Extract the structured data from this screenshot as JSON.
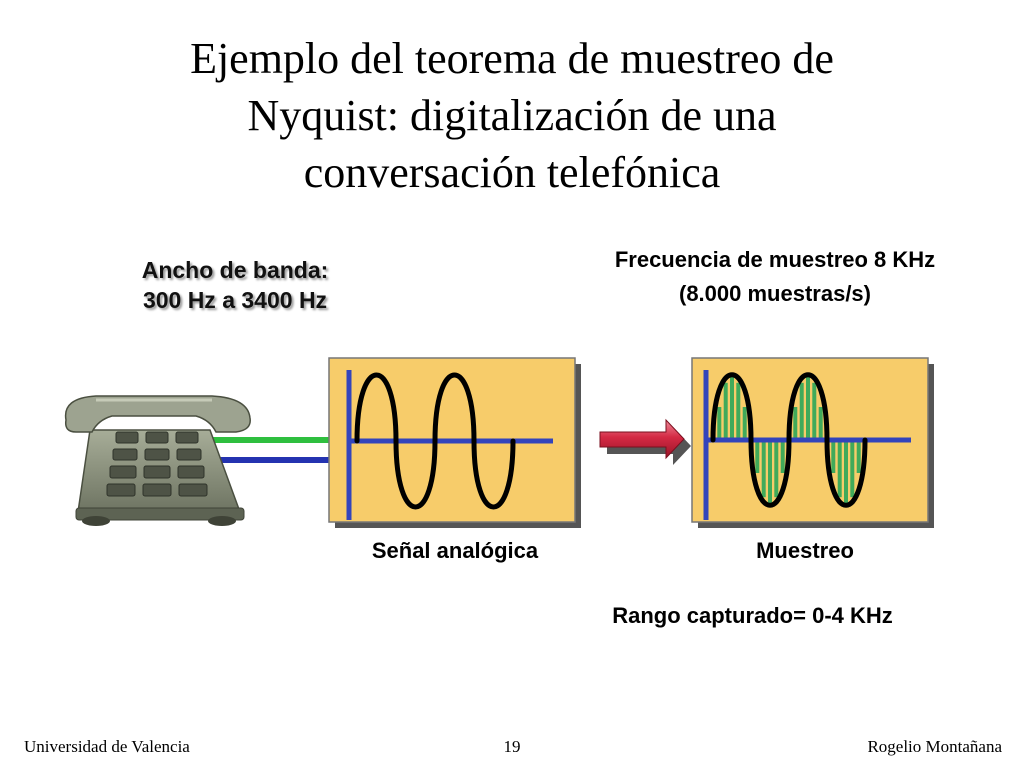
{
  "slide": {
    "title_lines": [
      "Ejemplo del teorema de muestreo de",
      "Nyquist: digitalización de una",
      "conversación telefónica"
    ],
    "bandwidth_lines": [
      "Ancho de banda:",
      "300 Hz a 3400 Hz"
    ],
    "sampling_lines": [
      "Frecuencia de muestreo 8 KHz",
      "(8.000 muestras/s)"
    ],
    "analog_caption": "Señal analógica",
    "sample_caption": "Muestreo",
    "range_text": "Rango capturado= 0-4 KHz"
  },
  "footer": {
    "left": "Universidad de Valencia",
    "page": "19",
    "right": "Rogelio Montañana"
  },
  "colors": {
    "panel_fill": "#f7cc6a",
    "axis": "#3344bb",
    "wave": "#000000",
    "sample_bars": "#40aa5a",
    "arrow": "#cc1f3a",
    "wire_green": "#2fbf3f",
    "wire_blue": "#2433b0",
    "phone_body": "#8e9480"
  }
}
